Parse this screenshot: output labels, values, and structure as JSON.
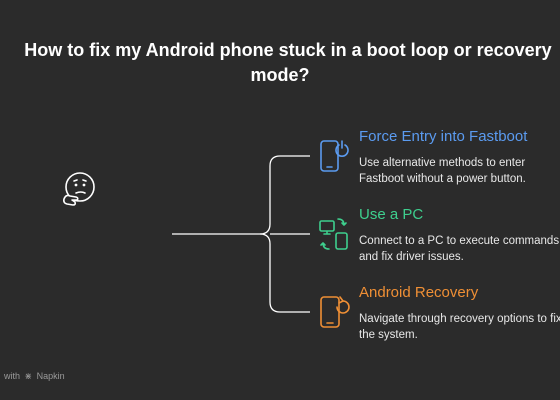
{
  "title": {
    "line1": "How to fix my Android phone stuck in a boot loop or recovery",
    "line2": "mode?"
  },
  "central_icon": "thinking-face-icon",
  "branches": [
    {
      "title": "Force Entry into Fastboot",
      "description": "Use alternative methods to enter Fastboot without a power button.",
      "color": "#5b9bf0",
      "icon": "phone-power-icon"
    },
    {
      "title": "Use a PC",
      "description": "Connect to a PC to execute commands and fix driver issues.",
      "color": "#3ecf8e",
      "icon": "pc-phone-sync-icon"
    },
    {
      "title": "Android Recovery",
      "description": "Navigate through recovery options to fix the system.",
      "color": "#ef8f35",
      "icon": "phone-recovery-icon"
    }
  ],
  "footer": {
    "prefix": "with",
    "brand": "Napkin",
    "icon": "napkin-logo-icon"
  },
  "colors": {
    "background": "#2b2b2b",
    "connector": "#ffffff",
    "text": "#ffffff"
  }
}
